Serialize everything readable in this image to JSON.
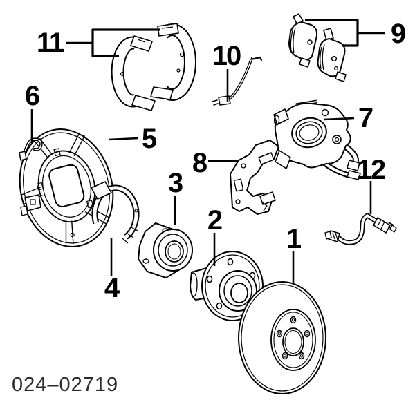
{
  "figure": {
    "part_code": "024–02719"
  },
  "colors": {
    "ink": "#000000",
    "background": "#ffffff",
    "code_text": "#2b2b2b"
  },
  "callouts": [
    {
      "label": "1"
    },
    {
      "label": "2"
    },
    {
      "label": "3"
    },
    {
      "label": "4"
    },
    {
      "label": "5"
    },
    {
      "label": "6"
    },
    {
      "label": "7"
    },
    {
      "label": "8"
    },
    {
      "label": "9"
    },
    {
      "label": "10"
    },
    {
      "label": "11"
    },
    {
      "label": "12"
    }
  ]
}
